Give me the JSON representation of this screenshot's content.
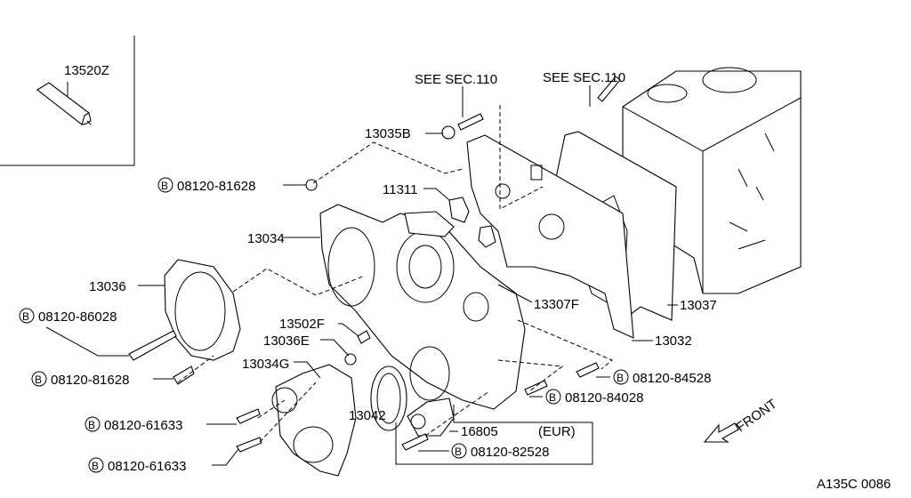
{
  "inset": {
    "part": "13520Z"
  },
  "labels": {
    "see_sec_1": "SEE SEC.110",
    "see_sec_2": "SEE SEC.110",
    "p13035B": "13035B",
    "p11311": "11311",
    "p13034": "13034",
    "p13036": "13036",
    "p13307F": "13307F",
    "p13037": "13037",
    "p13502F": "13502F",
    "p13036E": "13036E",
    "p13032": "13032",
    "p13034G": "13034G",
    "p13042": "13042",
    "p16805": "16805",
    "eur": "(EUR)"
  },
  "bolts": {
    "b1": "08120-81628",
    "b2": "08120-86028",
    "b3": "08120-81628",
    "b4": "08120-84528",
    "b5": "08120-84028",
    "b6": "08120-61633",
    "b7": "08120-82528",
    "b8": "08120-61633",
    "marker": "B"
  },
  "front": "FRONT",
  "diagram_code": "A135C 0086"
}
